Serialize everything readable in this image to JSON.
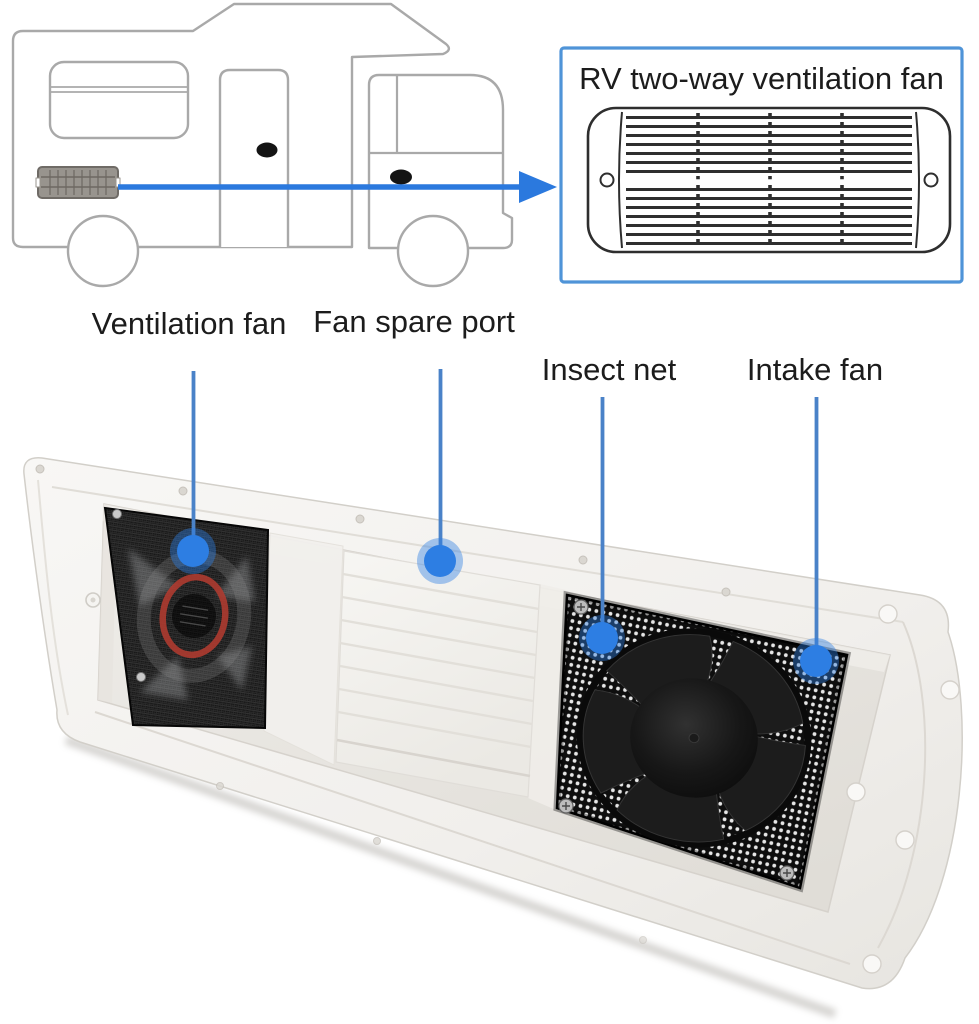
{
  "inset_box": {
    "title": "RV two-way ventilation fan"
  },
  "callouts": [
    {
      "label": "Ventilation fan"
    },
    {
      "label": "Fan spare port"
    },
    {
      "label": "Insect net"
    },
    {
      "label": "Intake fan"
    }
  ],
  "colors": {
    "callout_blue": "#2d7ee3",
    "callout_line": "#4a82c8",
    "arrow_blue": "#2b79de",
    "box_border": "#4f94d8",
    "ring_red": "#b23b30",
    "text": "#1c1c1c"
  }
}
